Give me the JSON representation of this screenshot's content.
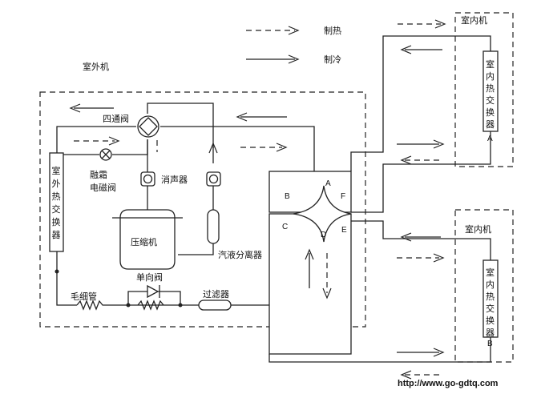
{
  "legend": {
    "heating_label": "制热",
    "cooling_label": "制冷"
  },
  "units": {
    "outdoor_title": "室外机",
    "indoor_top_title": "室内机",
    "indoor_bottom_title": "室内机"
  },
  "components": {
    "outdoor_exchanger": [
      "室",
      "外",
      "热",
      "交",
      "换",
      "器"
    ],
    "indoor_exchanger_top": [
      "室",
      "内",
      "热",
      "交",
      "换",
      "器"
    ],
    "indoor_exchanger_bottom": [
      "室",
      "内",
      "热",
      "交",
      "换",
      "器"
    ],
    "four_way_valve": "四通阀",
    "muffler": "消声器",
    "defrost_valve_line1": "融霜",
    "defrost_valve_line2": "电磁阀",
    "compressor": "压缩机",
    "separator": "汽液分离器",
    "check_valve": "单向阀",
    "capillary": "毛细管",
    "filter": "过滤器"
  },
  "valve_letters": {
    "A": "A",
    "B": "B",
    "C": "C",
    "D": "D",
    "E": "E",
    "F": "F",
    "A2": "A",
    "B2": "B"
  },
  "watermark_url": "http://www.go-gdtq.com"
}
